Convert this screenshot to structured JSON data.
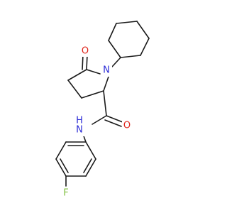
{
  "molecule": {
    "atoms": {
      "nitrogen_ring": {
        "label": "N",
        "color": "#2b2bd6"
      },
      "oxygen_carbonyl_ring": {
        "label": "O",
        "color": "#e0261d"
      },
      "amide_nh": {
        "label": "H",
        "color": "#2b2bd6"
      },
      "amide_n": {
        "label": "N",
        "color": "#2b2bd6"
      },
      "oxygen_amide": {
        "label": "O",
        "color": "#e0261d"
      },
      "fluorine": {
        "label": "F",
        "color": "#7fbf3f"
      }
    }
  }
}
